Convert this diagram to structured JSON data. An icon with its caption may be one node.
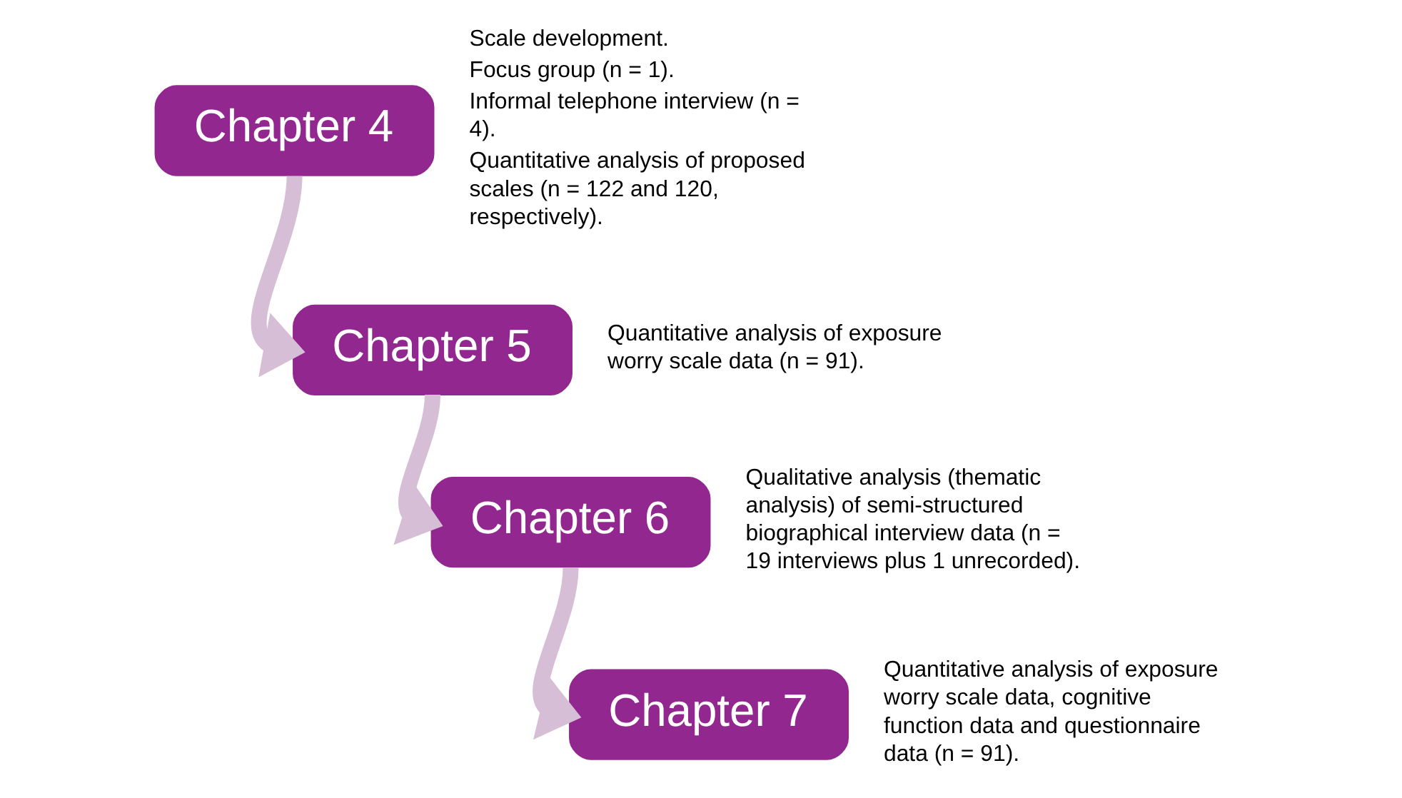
{
  "diagram": {
    "nodes": [
      {
        "text": [
          "Chapter 4"
        ],
        "beside": [
          "Scale development.",
          "Focus group (n = 1).",
          "Informal telephone interview (n = 4).",
          "Quantitative analysis of proposed scales (n = 122 and 120, respectively)."
        ]
      },
      {
        "text": [
          "Chapter 5"
        ],
        "beside": [
          "Quantitative analysis of exposure worry scale data (n = 91)."
        ]
      },
      {
        "text": [
          "Chapter 6"
        ],
        "beside": [
          "Qualitative analysis (thematic analysis) of semi-structured biographical interview data (n = 19 interviews plus 1 unrecorded)."
        ]
      },
      {
        "text": [
          "Chapter 7"
        ],
        "beside": [
          "Quantitative analysis of exposure worry scale data, cognitive function data and questionnaire data (n = 91)."
        ]
      }
    ],
    "edges": [
      {
        "from": 0,
        "to": 1,
        "arrow": "to"
      },
      {
        "from": 1,
        "to": 2,
        "arrow": "to"
      },
      {
        "from": 2,
        "to": 3,
        "arrow": "to"
      }
    ]
  }
}
